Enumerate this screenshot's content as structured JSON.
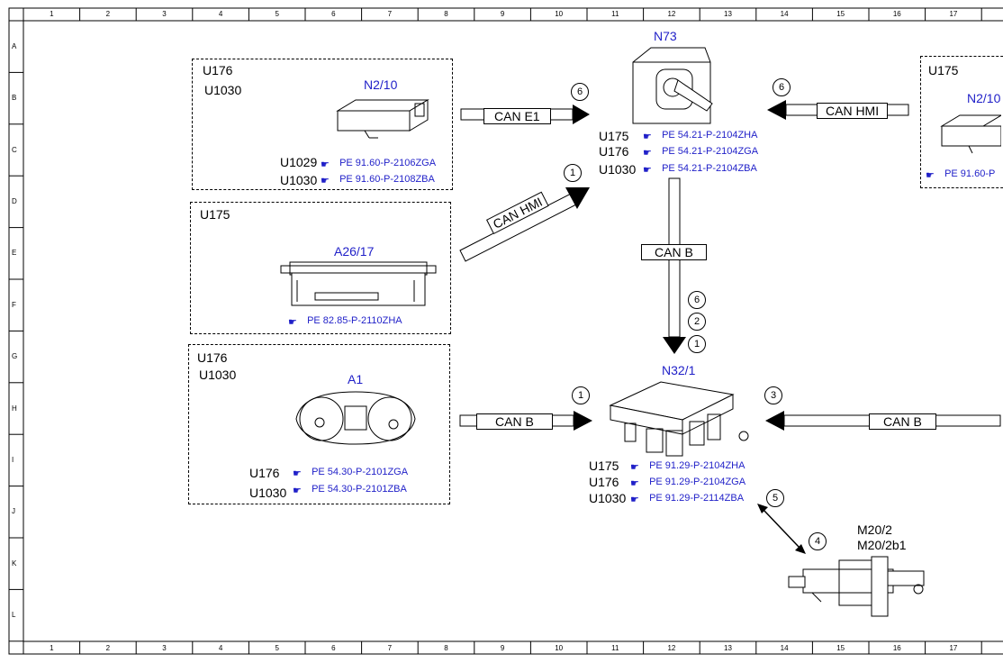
{
  "columns": [
    "1",
    "2",
    "3",
    "4",
    "5",
    "6",
    "7",
    "8",
    "9",
    "10",
    "11",
    "12",
    "13",
    "14",
    "15",
    "16",
    "17"
  ],
  "rows": [
    "A",
    "B",
    "C",
    "D",
    "E",
    "F",
    "G",
    "H",
    "I",
    "J",
    "K",
    "L"
  ],
  "groups": {
    "n2_10_left": {
      "codes": [
        "U176",
        "U1030"
      ],
      "component": "N2/10",
      "refs": [
        {
          "code": "U1029",
          "text": "PE 91.60-P-2106ZGA"
        },
        {
          "code": "U1030",
          "text": "PE 91.60-P-2108ZBA"
        }
      ]
    },
    "a26_17": {
      "codes": [
        "U175"
      ],
      "component": "A26/17",
      "ref": "PE 82.85-P-2110ZHA"
    },
    "a1": {
      "codes": [
        "U176",
        "U1030"
      ],
      "component": "A1",
      "refs": [
        {
          "code": "U176",
          "text": "PE 54.30-P-2101ZGA"
        },
        {
          "code": "U1030",
          "text": "PE 54.30-P-2101ZBA"
        }
      ]
    },
    "n2_10_right": {
      "codes": [
        "U175"
      ],
      "component": "N2/10",
      "ref": "PE 91.60-P"
    }
  },
  "n73": {
    "component": "N73",
    "refs": [
      {
        "code": "U175",
        "text": "PE 54.21-P-2104ZHA"
      },
      {
        "code": "U176",
        "text": "PE 54.21-P-2104ZGA"
      },
      {
        "code": "U1030",
        "text": "PE 54.21-P-2104ZBA"
      }
    ]
  },
  "n32_1": {
    "component": "N32/1",
    "refs": [
      {
        "code": "U175",
        "text": "PE 91.29-P-2104ZHA"
      },
      {
        "code": "U176",
        "text": "PE 91.29-P-2104ZGA"
      },
      {
        "code": "U1030",
        "text": "PE 91.29-P-2114ZBA"
      }
    ]
  },
  "m20": {
    "line1": "M20/2",
    "line2": "M20/2b1"
  },
  "buses": {
    "can_e1": "CAN E1",
    "can_hmi_diag": "CAN HMI",
    "can_hmi_right": "CAN HMI",
    "can_b_vertical": "CAN B",
    "can_b_left": "CAN B",
    "can_b_right": "CAN B"
  },
  "markers": {
    "can_e1": "6",
    "can_hmi_diag": "1",
    "can_hmi_right": "6",
    "can_b_vertical": [
      "6",
      "2",
      "1"
    ],
    "can_b_left": "1",
    "can_b_right": "3",
    "m20_line_5": "5",
    "m20_line_4": "4"
  },
  "colors": {
    "component_label": "#1f1fc8",
    "reference_link": "#1f1fc8",
    "line": "#000000"
  },
  "icons": {
    "reference": "pointing-hand-icon"
  }
}
